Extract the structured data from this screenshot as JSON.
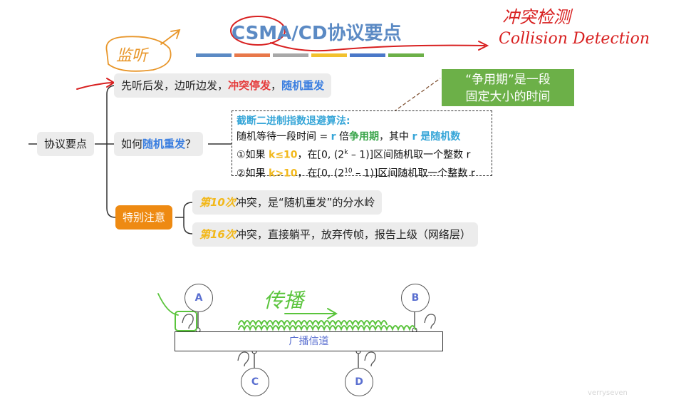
{
  "title": "CSMA/CD协议要点",
  "title_bar_colors": [
    "#5b8ac4",
    "#e8784a",
    "#a8a8a8",
    "#f2c12e",
    "#4a78c8",
    "#6cb048"
  ],
  "root": "协议要点",
  "branch1": {
    "part1": "先听后发",
    "part2": "，边听边发，",
    "part3": "冲突停发",
    "part4": "，",
    "part5": "随机重发"
  },
  "branch2": {
    "part1": "如何",
    "part2": "随机重发",
    "part3": "？"
  },
  "backoff": {
    "heading": "截断二进制指数退避算法:",
    "line1": {
      "a": "随机等待一段时间 = ",
      "b": "r",
      "c": " 倍",
      "d": "争用期",
      "e": "，其中 ",
      "f": "r 是随机数"
    },
    "line2": {
      "a": "①如果 ",
      "b": "k≤10",
      "c": "，在[0, (2",
      "sup": "k",
      "d": " – 1)]区间随机取一个整数 r"
    },
    "line3": {
      "a": "②如果 ",
      "b": "k>10",
      "c": "，在[0, (2",
      "sup": "10",
      "d": " – 1)]区间随机取一个整数 r"
    }
  },
  "callout": {
    "line1": "“争用期”是一段",
    "line2": "固定大小的时间"
  },
  "branch3": "特别注意",
  "note1": {
    "a": "第10次",
    "b": "冲突，是“随机重发”的分水岭"
  },
  "note2": {
    "a": "第16次",
    "b": "冲突，直接躺平，放弃传帧，报告上级（网络层）"
  },
  "channel": "广播信道",
  "stations": [
    "A",
    "B",
    "C",
    "D"
  ],
  "handwriting": {
    "collision_cn": "冲突检测",
    "collision_en": "Collision Detection",
    "listen": "监听",
    "propagate": "传播"
  },
  "watermark": "verryseven"
}
